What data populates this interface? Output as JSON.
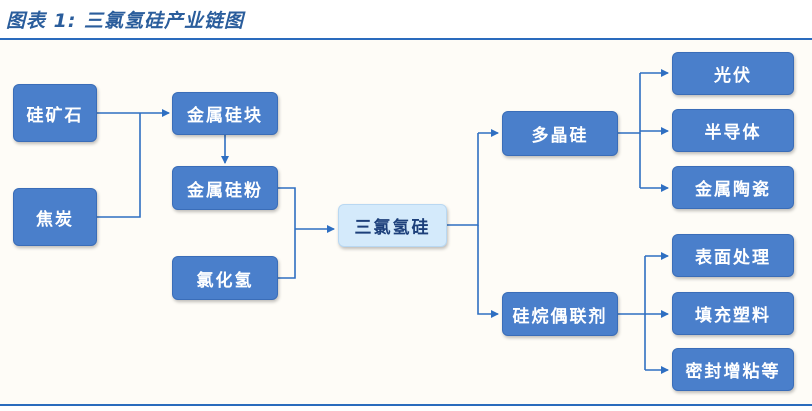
{
  "title": "图表 1:  三氯氢硅产业链图",
  "nodes": {
    "silica": "硅矿石",
    "coke": "焦炭",
    "metal_silicon_block": "金属硅块",
    "metal_silicon_powder": "金属硅粉",
    "hydrogen_chloride": "氯化氢",
    "trichlorosilane": "三氯氢硅",
    "polysilicon": "多晶硅",
    "silane_coupling_agent": "硅烷偶联剂",
    "photovoltaic": "光伏",
    "semiconductor": "半导体",
    "metal_ceramics": "金属陶瓷",
    "surface_treatment": "表面处理",
    "plastic_filling": "填充塑料",
    "sealing_adhesive": "密封增粘等"
  },
  "colors": {
    "node_fill": "#4a7fcb",
    "center_fill": "#d4eafb",
    "line": "#2f6fc2",
    "title": "#2a5d9c"
  }
}
